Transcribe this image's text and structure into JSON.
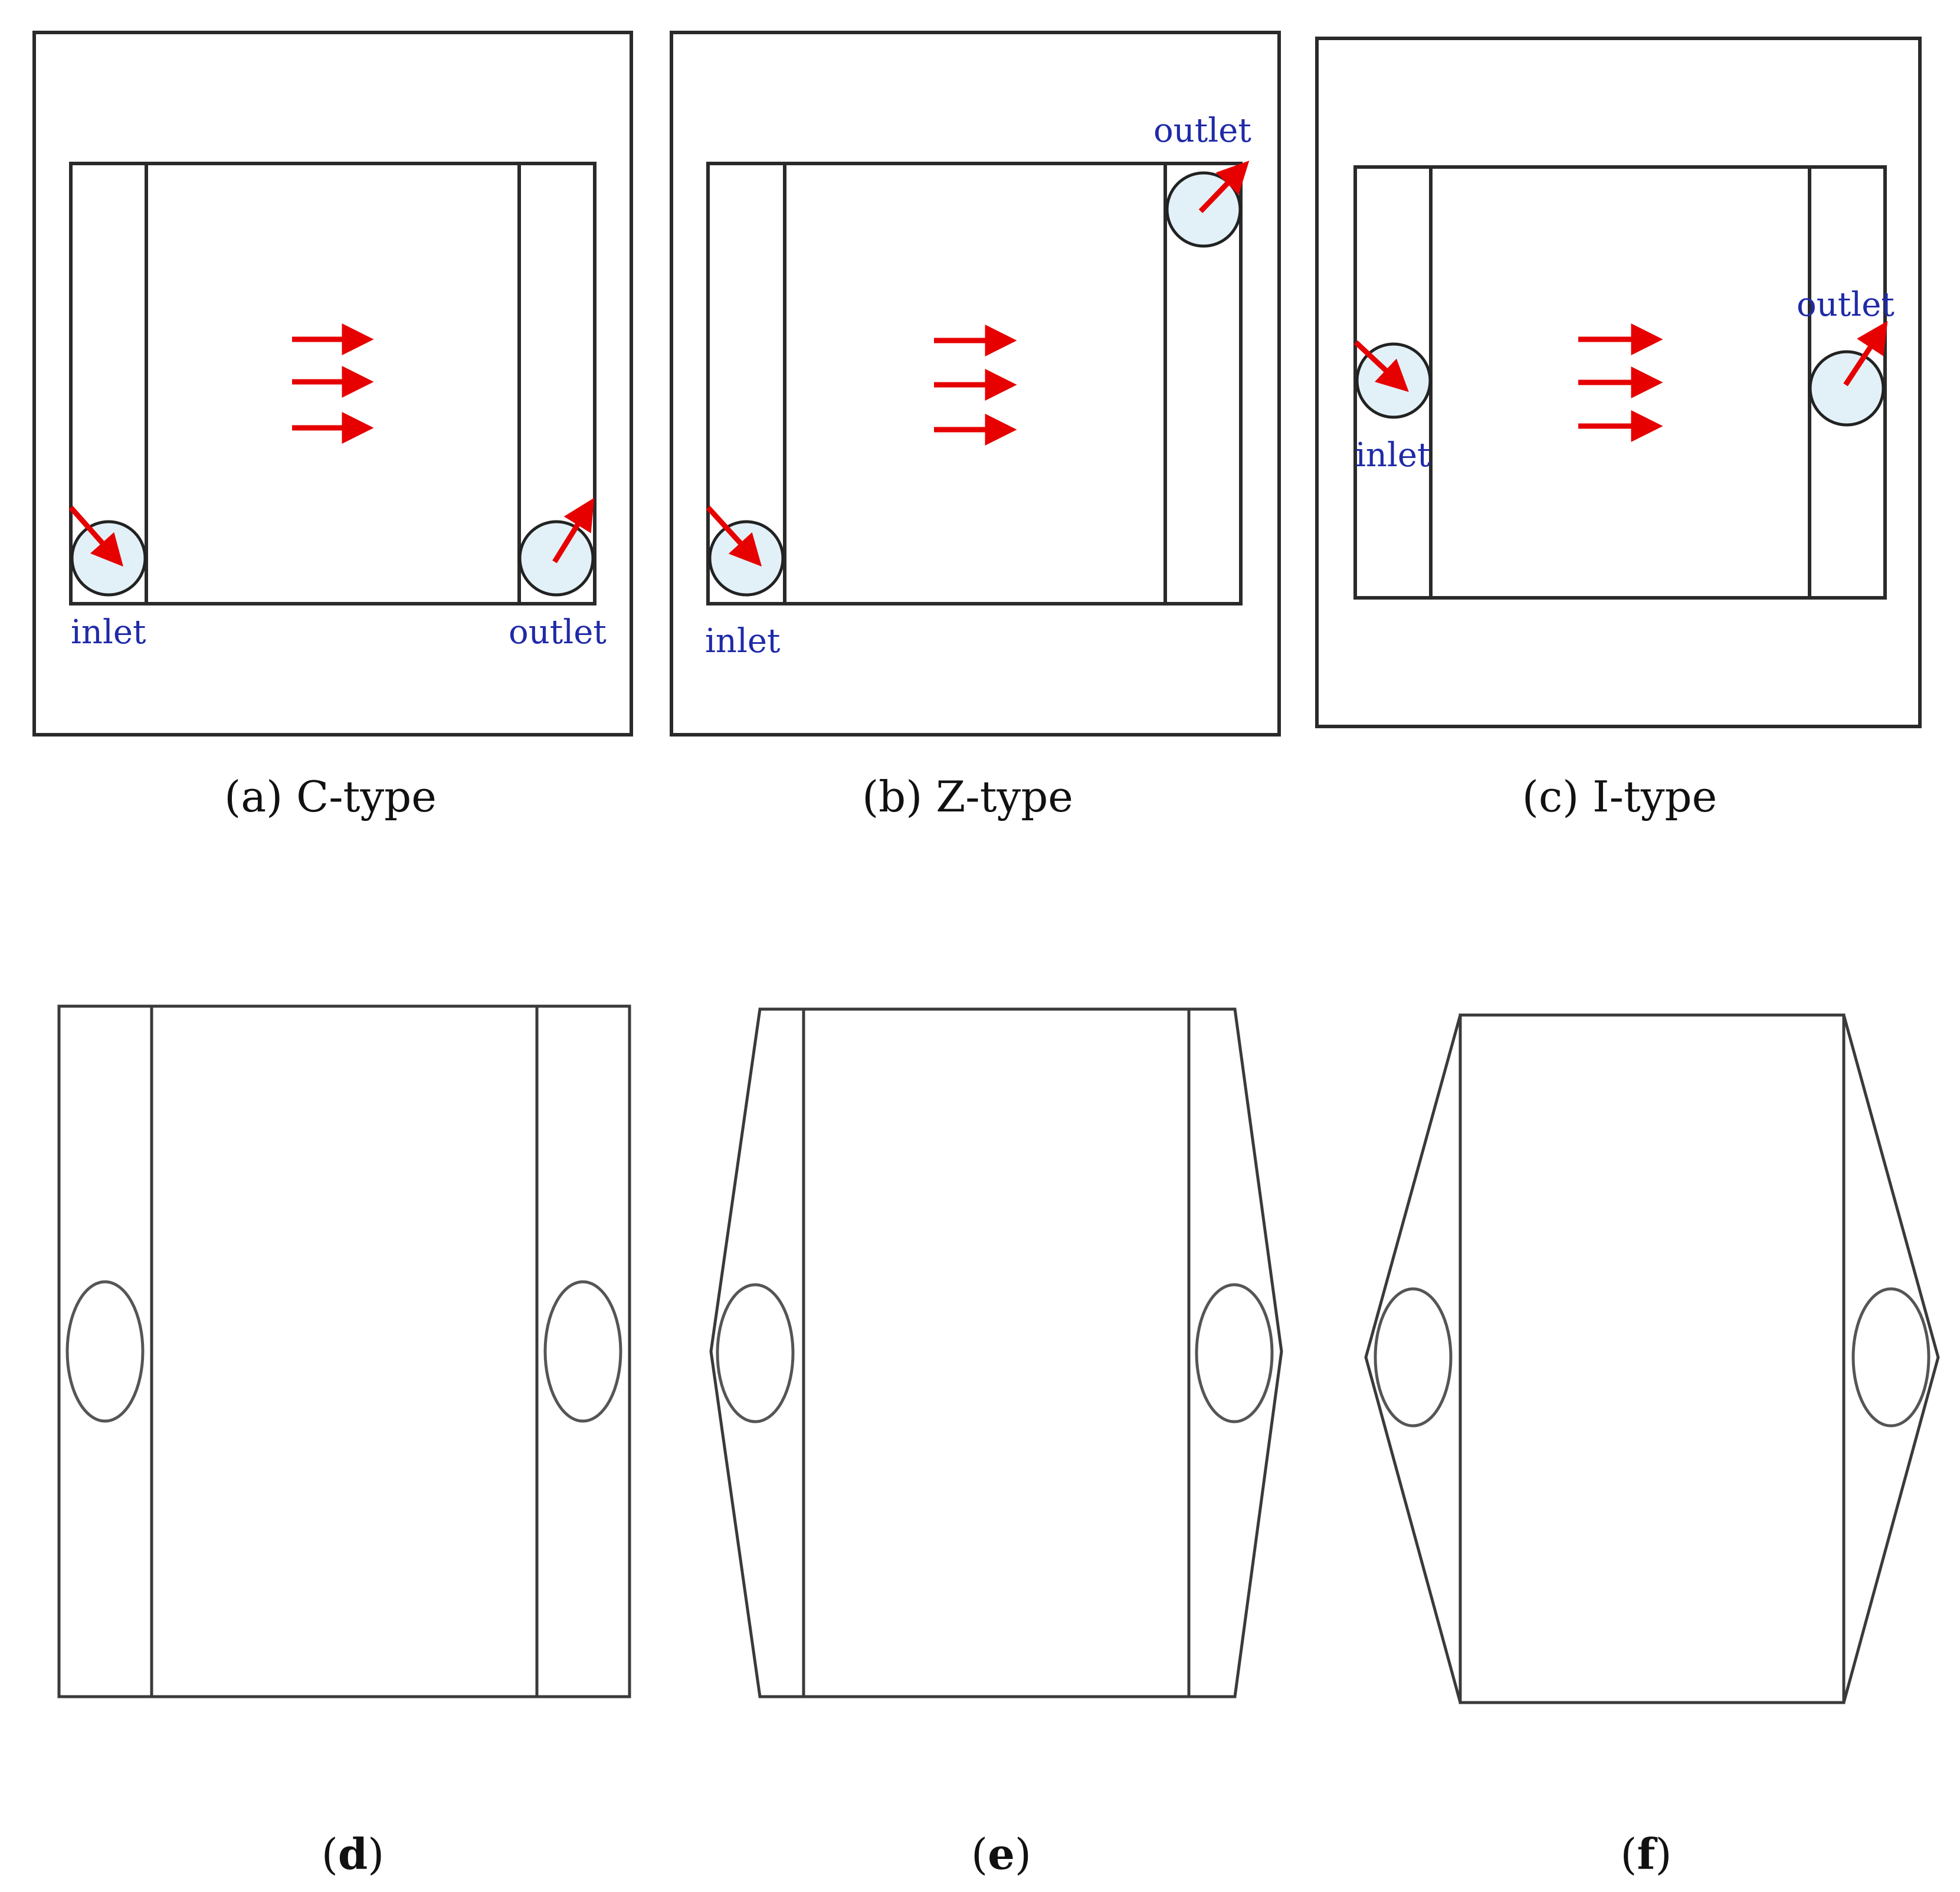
{
  "panels": {
    "a": {
      "caption": "(a) C-type",
      "inlet_label": "inlet",
      "outlet_label": "outlet"
    },
    "b": {
      "caption": "(b) Z-type",
      "inlet_label": "inlet",
      "outlet_label": "outlet"
    },
    "c": {
      "caption": "(c) I-type",
      "inlet_label": "inlet",
      "outlet_label": "outlet"
    },
    "d": {
      "caption_open": "(",
      "caption_letter": "d",
      "caption_close": ")"
    },
    "e": {
      "caption_open": "(",
      "caption_letter": "e",
      "caption_close": ")"
    },
    "f": {
      "caption_open": "(",
      "caption_letter": "f",
      "caption_close": ")"
    }
  },
  "colors": {
    "flow_arrow": "#e60000",
    "port_label": "#1f2aa8",
    "port_fill": "#e2f1f8"
  }
}
